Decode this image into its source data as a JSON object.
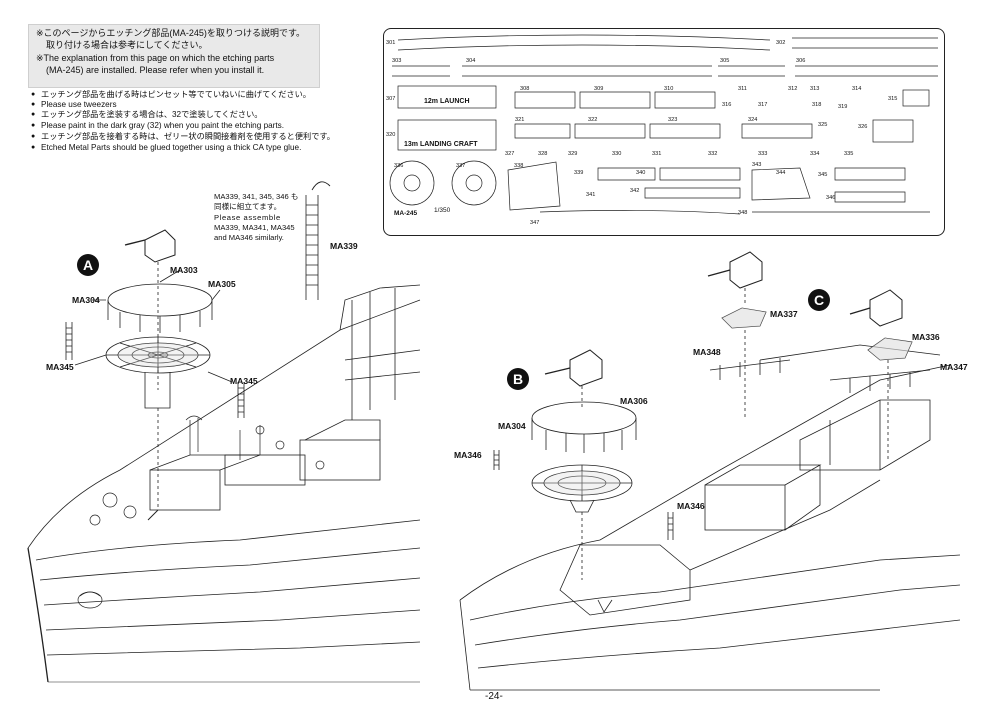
{
  "notice": {
    "ja_line1": "※このページからエッチング部品(MA-245)を取りつける説明です。",
    "ja_line2": "取り付ける場合は参考にしてください。",
    "en_line1": "※The explanation from this page on which the etching parts",
    "en_line2": "(MA-245) are installed. Please refer when you install it."
  },
  "instructions": [
    "エッチング部品を曲げる時はピンセット等でていねいに曲げてください。",
    "Please use tweezers",
    "エッチング部品を塗装する場合は、32で塗装してください。",
    "Please paint in the dark gray (32) when you paint the etching parts.",
    "エッチング部品を接着する時は、ゼリー状の瞬間接着剤を使用すると便利です。",
    "Etched Metal Parts should be glued together using a thick CA type glue."
  ],
  "assembly_note": {
    "ja_line1": "MA339, 341, 345, 346 も",
    "ja_line2": "同様に組立てます。",
    "en_line1": "Please assemble",
    "en_line2": "MA339, MA341, MA345",
    "en_line3": "and MA346 similarly."
  },
  "steps": {
    "a": "A",
    "b": "B",
    "c": "C"
  },
  "labels": {
    "ma303": "MA303",
    "ma304_a": "MA304",
    "ma305": "MA305",
    "ma345_l": "MA345",
    "ma345_r": "MA345",
    "ma339": "MA339",
    "ma306": "MA306",
    "ma304_b": "MA304",
    "ma346_l": "MA346",
    "ma346_r": "MA346",
    "ma337": "MA337",
    "ma348": "MA348",
    "ma336": "MA336",
    "ma347": "MA347"
  },
  "etch_sheet": {
    "code": "MA-245",
    "scale": "1/350",
    "launch": "12m LAUNCH",
    "landing_craft": "13m LANDING CRAFT",
    "parts": [
      "301",
      "302",
      "303",
      "304",
      "305",
      "306",
      "307",
      "308",
      "309",
      "310",
      "311",
      "312",
      "313",
      "314",
      "315",
      "316",
      "317",
      "318",
      "319",
      "320",
      "321",
      "322",
      "323",
      "324",
      "325",
      "326",
      "327",
      "328",
      "329",
      "330",
      "331",
      "332",
      "333",
      "334",
      "335",
      "336",
      "337",
      "338",
      "339",
      "340",
      "341",
      "342",
      "343",
      "344",
      "345",
      "346",
      "347",
      "348"
    ]
  },
  "page_number": "-24-"
}
